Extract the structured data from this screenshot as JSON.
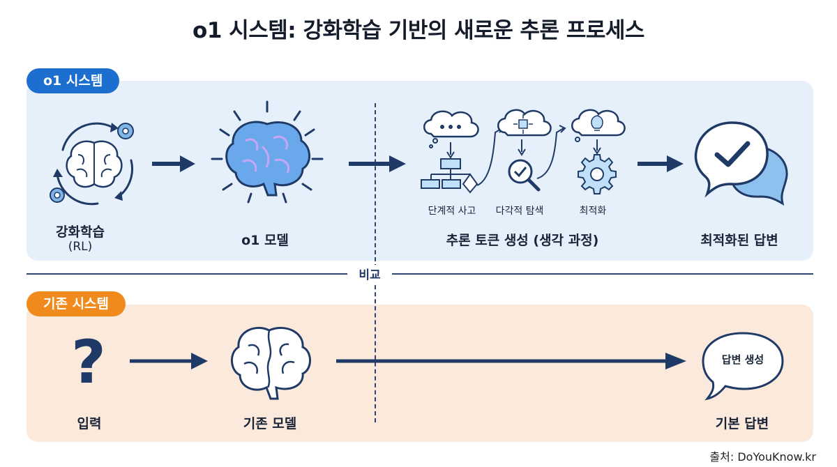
{
  "title": "o1 시스템: 강화학습 기반의 새로운 추론 프로세스",
  "o1_section": {
    "badge": "o1 시스템",
    "rl_label": "강화학습",
    "rl_sub": "(RL)",
    "model_label": "o1 모델",
    "steps": [
      {
        "label": "단계적 사고",
        "icon": "thought-cloud-icon"
      },
      {
        "label": "다각적 탐색",
        "icon": "magnifier-icon"
      },
      {
        "label": "최적화",
        "icon": "gear-icon"
      }
    ],
    "process_label": "추론 토큰 생성 (생각 과정)",
    "answer_label": "최적화된 답변"
  },
  "compare_label": "비교",
  "old_section": {
    "badge": "기존 시스템",
    "input_label": "입력",
    "input_symbol": "?",
    "model_label": "기존 모델",
    "bubble_text": "답변 생성",
    "answer_label": "기본 답변"
  },
  "source": "출처: DoYouKnow.kr",
  "colors": {
    "blue_accent": "#1d6fcf",
    "orange_accent": "#f08a1c",
    "navy": "#1f3a66",
    "panel_blue": "#e6f0fb",
    "panel_orange": "#fbeadb"
  }
}
